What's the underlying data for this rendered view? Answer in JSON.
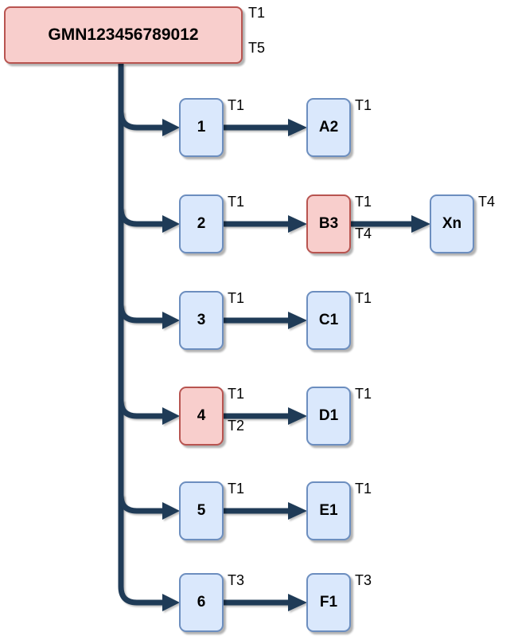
{
  "diagram": {
    "root": {
      "label": "GMN123456789012",
      "style": "red",
      "tags": [
        "T1",
        "T5"
      ]
    },
    "rows": [
      {
        "source": {
          "label": "1",
          "style": "blue",
          "tags": [
            "T1"
          ]
        },
        "target": {
          "label": "A2",
          "style": "blue",
          "tags": [
            "T1"
          ]
        }
      },
      {
        "source": {
          "label": "2",
          "style": "blue",
          "tags": [
            "T1"
          ]
        },
        "target": {
          "label": "B3",
          "style": "red",
          "tags": [
            "T1",
            "T4"
          ]
        },
        "extra": {
          "label": "Xn",
          "style": "blue",
          "tags": [
            "T4"
          ]
        }
      },
      {
        "source": {
          "label": "3",
          "style": "blue",
          "tags": [
            "T1"
          ]
        },
        "target": {
          "label": "C1",
          "style": "blue",
          "tags": [
            "T1"
          ]
        }
      },
      {
        "source": {
          "label": "4",
          "style": "red",
          "tags": [
            "T1",
            "T2"
          ]
        },
        "target": {
          "label": "D1",
          "style": "blue",
          "tags": [
            "T1"
          ]
        }
      },
      {
        "source": {
          "label": "5",
          "style": "blue",
          "tags": [
            "T1"
          ]
        },
        "target": {
          "label": "E1",
          "style": "blue",
          "tags": [
            "T1"
          ]
        }
      },
      {
        "source": {
          "label": "6",
          "style": "blue",
          "tags": [
            "T3"
          ]
        },
        "target": {
          "label": "F1",
          "style": "blue",
          "tags": [
            "T3"
          ]
        }
      }
    ],
    "colors": {
      "blue_fill": "#dae8fc",
      "blue_border": "#6c8ebf",
      "red_fill": "#f8cecc",
      "red_border": "#b85450",
      "connector": "#1f3b57",
      "text": "#000000"
    }
  }
}
